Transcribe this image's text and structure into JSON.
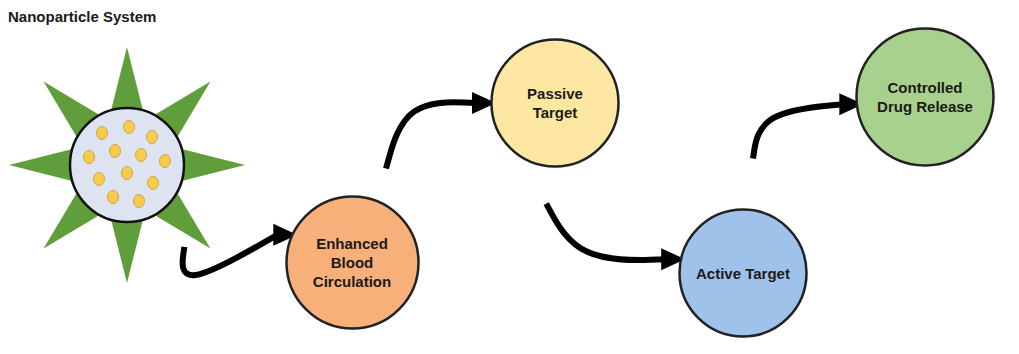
{
  "diagram": {
    "nodes": [
      {
        "text": [
          "Nanoparticle System"
        ]
      },
      {
        "text": [
          "Enhanced Blood Circulation"
        ]
      },
      {
        "text": [
          "Passive Target"
        ]
      },
      {
        "text": [
          "Active Target"
        ]
      },
      {
        "text": [
          "Controlled Drug Release"
        ]
      }
    ],
    "edges": [
      {
        "from": 0,
        "to": 1,
        "arrow": "to"
      },
      {
        "from": 1,
        "to": 2,
        "arrow": "to"
      },
      {
        "from": 2,
        "to": 3,
        "arrow": "to"
      },
      {
        "from": 3,
        "to": 4,
        "arrow": "to"
      }
    ]
  }
}
